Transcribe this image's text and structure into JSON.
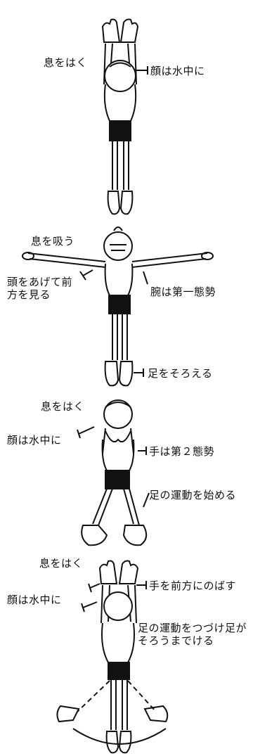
{
  "panels": [
    {
      "labels": {
        "breath": "息をはく",
        "face": "顔は水中に"
      }
    },
    {
      "labels": {
        "breath": "息を吸う",
        "head": "頭をあげて前方を見る",
        "arms": "腕は第一態勢",
        "feet": "足をそろえる"
      }
    },
    {
      "labels": {
        "breath": "息をはく",
        "face": "顔は水中に",
        "hands": "手は第２態勢",
        "legs": "足の運動を始める"
      }
    },
    {
      "labels": {
        "breath": "息をはく",
        "face": "顔は水中に",
        "hands": "手を前方にのばす",
        "legs": "足の運動をつづけ足がそろうまでける"
      }
    }
  ]
}
